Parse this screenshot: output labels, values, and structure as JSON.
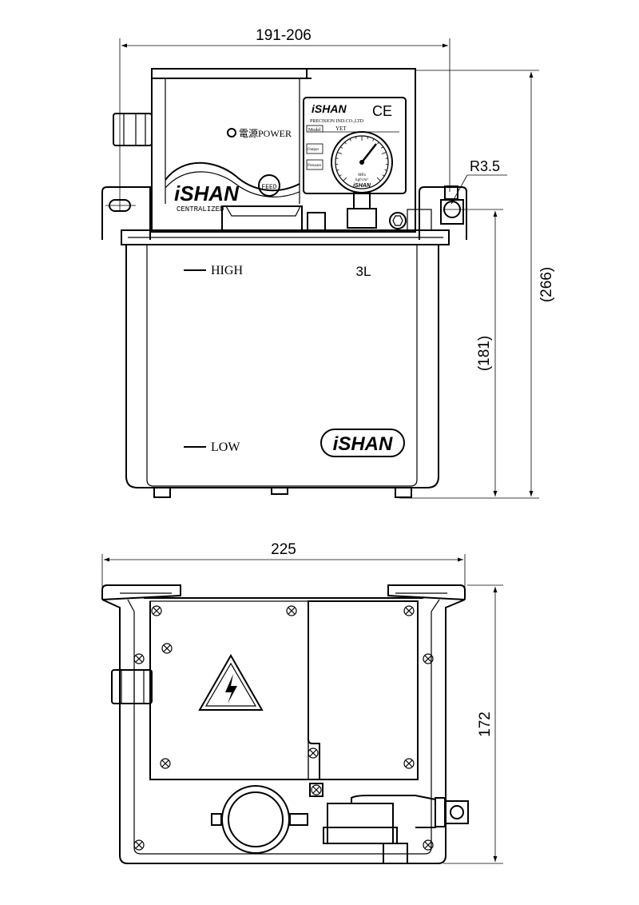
{
  "front_view": {
    "width_dim": "191-206",
    "height_total_dim": "(266)",
    "height_tank_dim": "(181)",
    "radius_dim": "R3.5",
    "level_high": "HIGH",
    "level_low": "LOW",
    "capacity": "3L",
    "power_label": "電源POWER",
    "feed_label": "FEED",
    "brand": "iSHAN",
    "brand_sub": "CENTRALIZED",
    "plate": {
      "brand": "iSHAN",
      "ce": "CE",
      "company": "PRECISION IND.CO.,LTD",
      "model_label": "Model",
      "model_value": "YET",
      "row2": "Output",
      "row3": "Pressure"
    },
    "gauge": {
      "unit1": "MPa",
      "unit2": "kgf/cm²",
      "brand": "iSHAN"
    }
  },
  "bottom_view": {
    "width_dim": "225",
    "depth_dim": "172"
  },
  "icons": {
    "warning": "electric-hazard-icon"
  }
}
